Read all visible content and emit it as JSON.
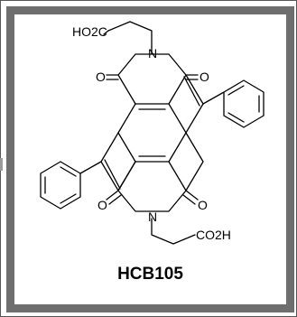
{
  "compound": {
    "name": "HCB105",
    "groups": {
      "top_acid": "HO2C",
      "bottom_acid": "CO2H"
    },
    "atoms": {
      "oxygen": "O",
      "nitrogen": "N"
    }
  }
}
